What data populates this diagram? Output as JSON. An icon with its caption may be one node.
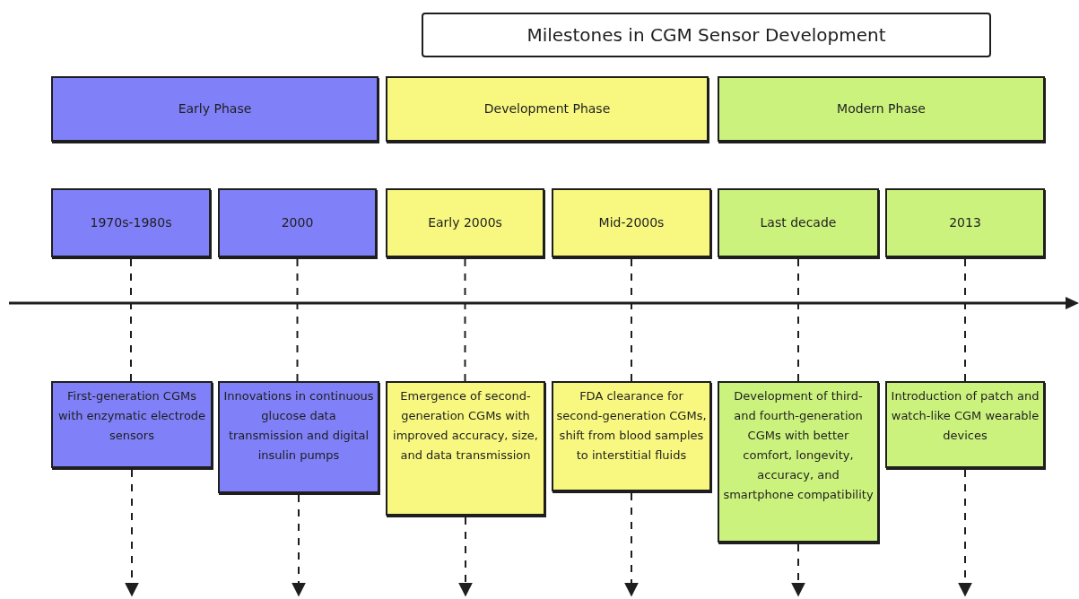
{
  "diagram": {
    "title": "Milestones in CGM Sensor Development",
    "nodes": [
      {
        "text": [
          "Early Phase"
        ]
      },
      {
        "text": [
          "Development Phase"
        ]
      },
      {
        "text": [
          "Modern Phase"
        ]
      },
      {
        "text": [
          "1970s-1980s"
        ]
      },
      {
        "text": [
          "2000"
        ]
      },
      {
        "text": [
          "Early 2000s"
        ]
      },
      {
        "text": [
          "Mid-2000s"
        ]
      },
      {
        "text": [
          "Last decade"
        ]
      },
      {
        "text": [
          "2013"
        ]
      },
      {
        "text": [
          "First-generation CGMs with enzymatic electrode sensors"
        ]
      },
      {
        "text": [
          "Innovations in continuous glucose data transmission and digital insulin pumps"
        ]
      },
      {
        "text": [
          "Emergence of second-generation CGMs with improved accuracy, size, and data transmission"
        ]
      },
      {
        "text": [
          "FDA clearance for second-generation CGMs, shift from blood samples to interstitial fluids"
        ]
      },
      {
        "text": [
          "Development of third- and fourth-generation CGMs with better comfort, longevity, accuracy, and smartphone compatibility"
        ]
      },
      {
        "text": [
          "Introduction of patch and watch-like CGM wearable devices"
        ]
      }
    ],
    "edges": [
      {
        "from": 3,
        "to": 9,
        "arrow": "none",
        "style": "dashed"
      },
      {
        "from": 4,
        "to": 10,
        "arrow": "none",
        "style": "dashed"
      },
      {
        "from": 5,
        "to": 11,
        "arrow": "none",
        "style": "dashed"
      },
      {
        "from": 6,
        "to": 12,
        "arrow": "none",
        "style": "dashed"
      },
      {
        "from": 7,
        "to": 13,
        "arrow": "none",
        "style": "dashed"
      },
      {
        "from": 8,
        "to": 14,
        "arrow": "none",
        "style": "dashed"
      },
      {
        "from": 9,
        "to": null,
        "arrow": "to",
        "style": "dashed"
      },
      {
        "from": 10,
        "to": null,
        "arrow": "to",
        "style": "dashed"
      },
      {
        "from": 11,
        "to": null,
        "arrow": "to",
        "style": "dashed"
      },
      {
        "from": 12,
        "to": null,
        "arrow": "to",
        "style": "dashed"
      },
      {
        "from": 13,
        "to": null,
        "arrow": "to",
        "style": "dashed"
      },
      {
        "from": 14,
        "to": null,
        "arrow": "to",
        "style": "dashed"
      }
    ]
  }
}
